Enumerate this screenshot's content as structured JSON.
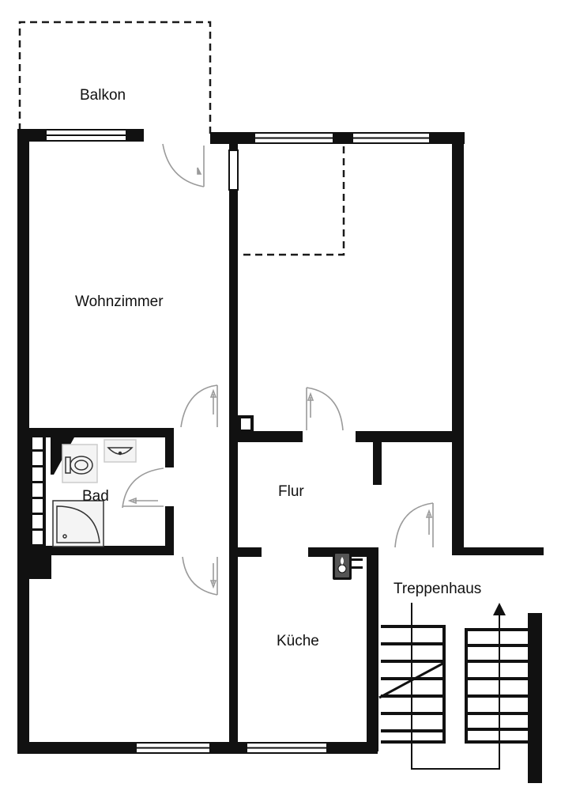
{
  "rooms": {
    "balkon": "Balkon",
    "wohnzimmer": "Wohnzimmer",
    "bad": "Bad",
    "flur": "Flur",
    "kueche": "Küche",
    "treppenhaus": "Treppenhaus"
  },
  "colors": {
    "wall": "#111111",
    "line": "#1a1a1a",
    "door": "#9a9a9a",
    "background": "#ffffff"
  }
}
